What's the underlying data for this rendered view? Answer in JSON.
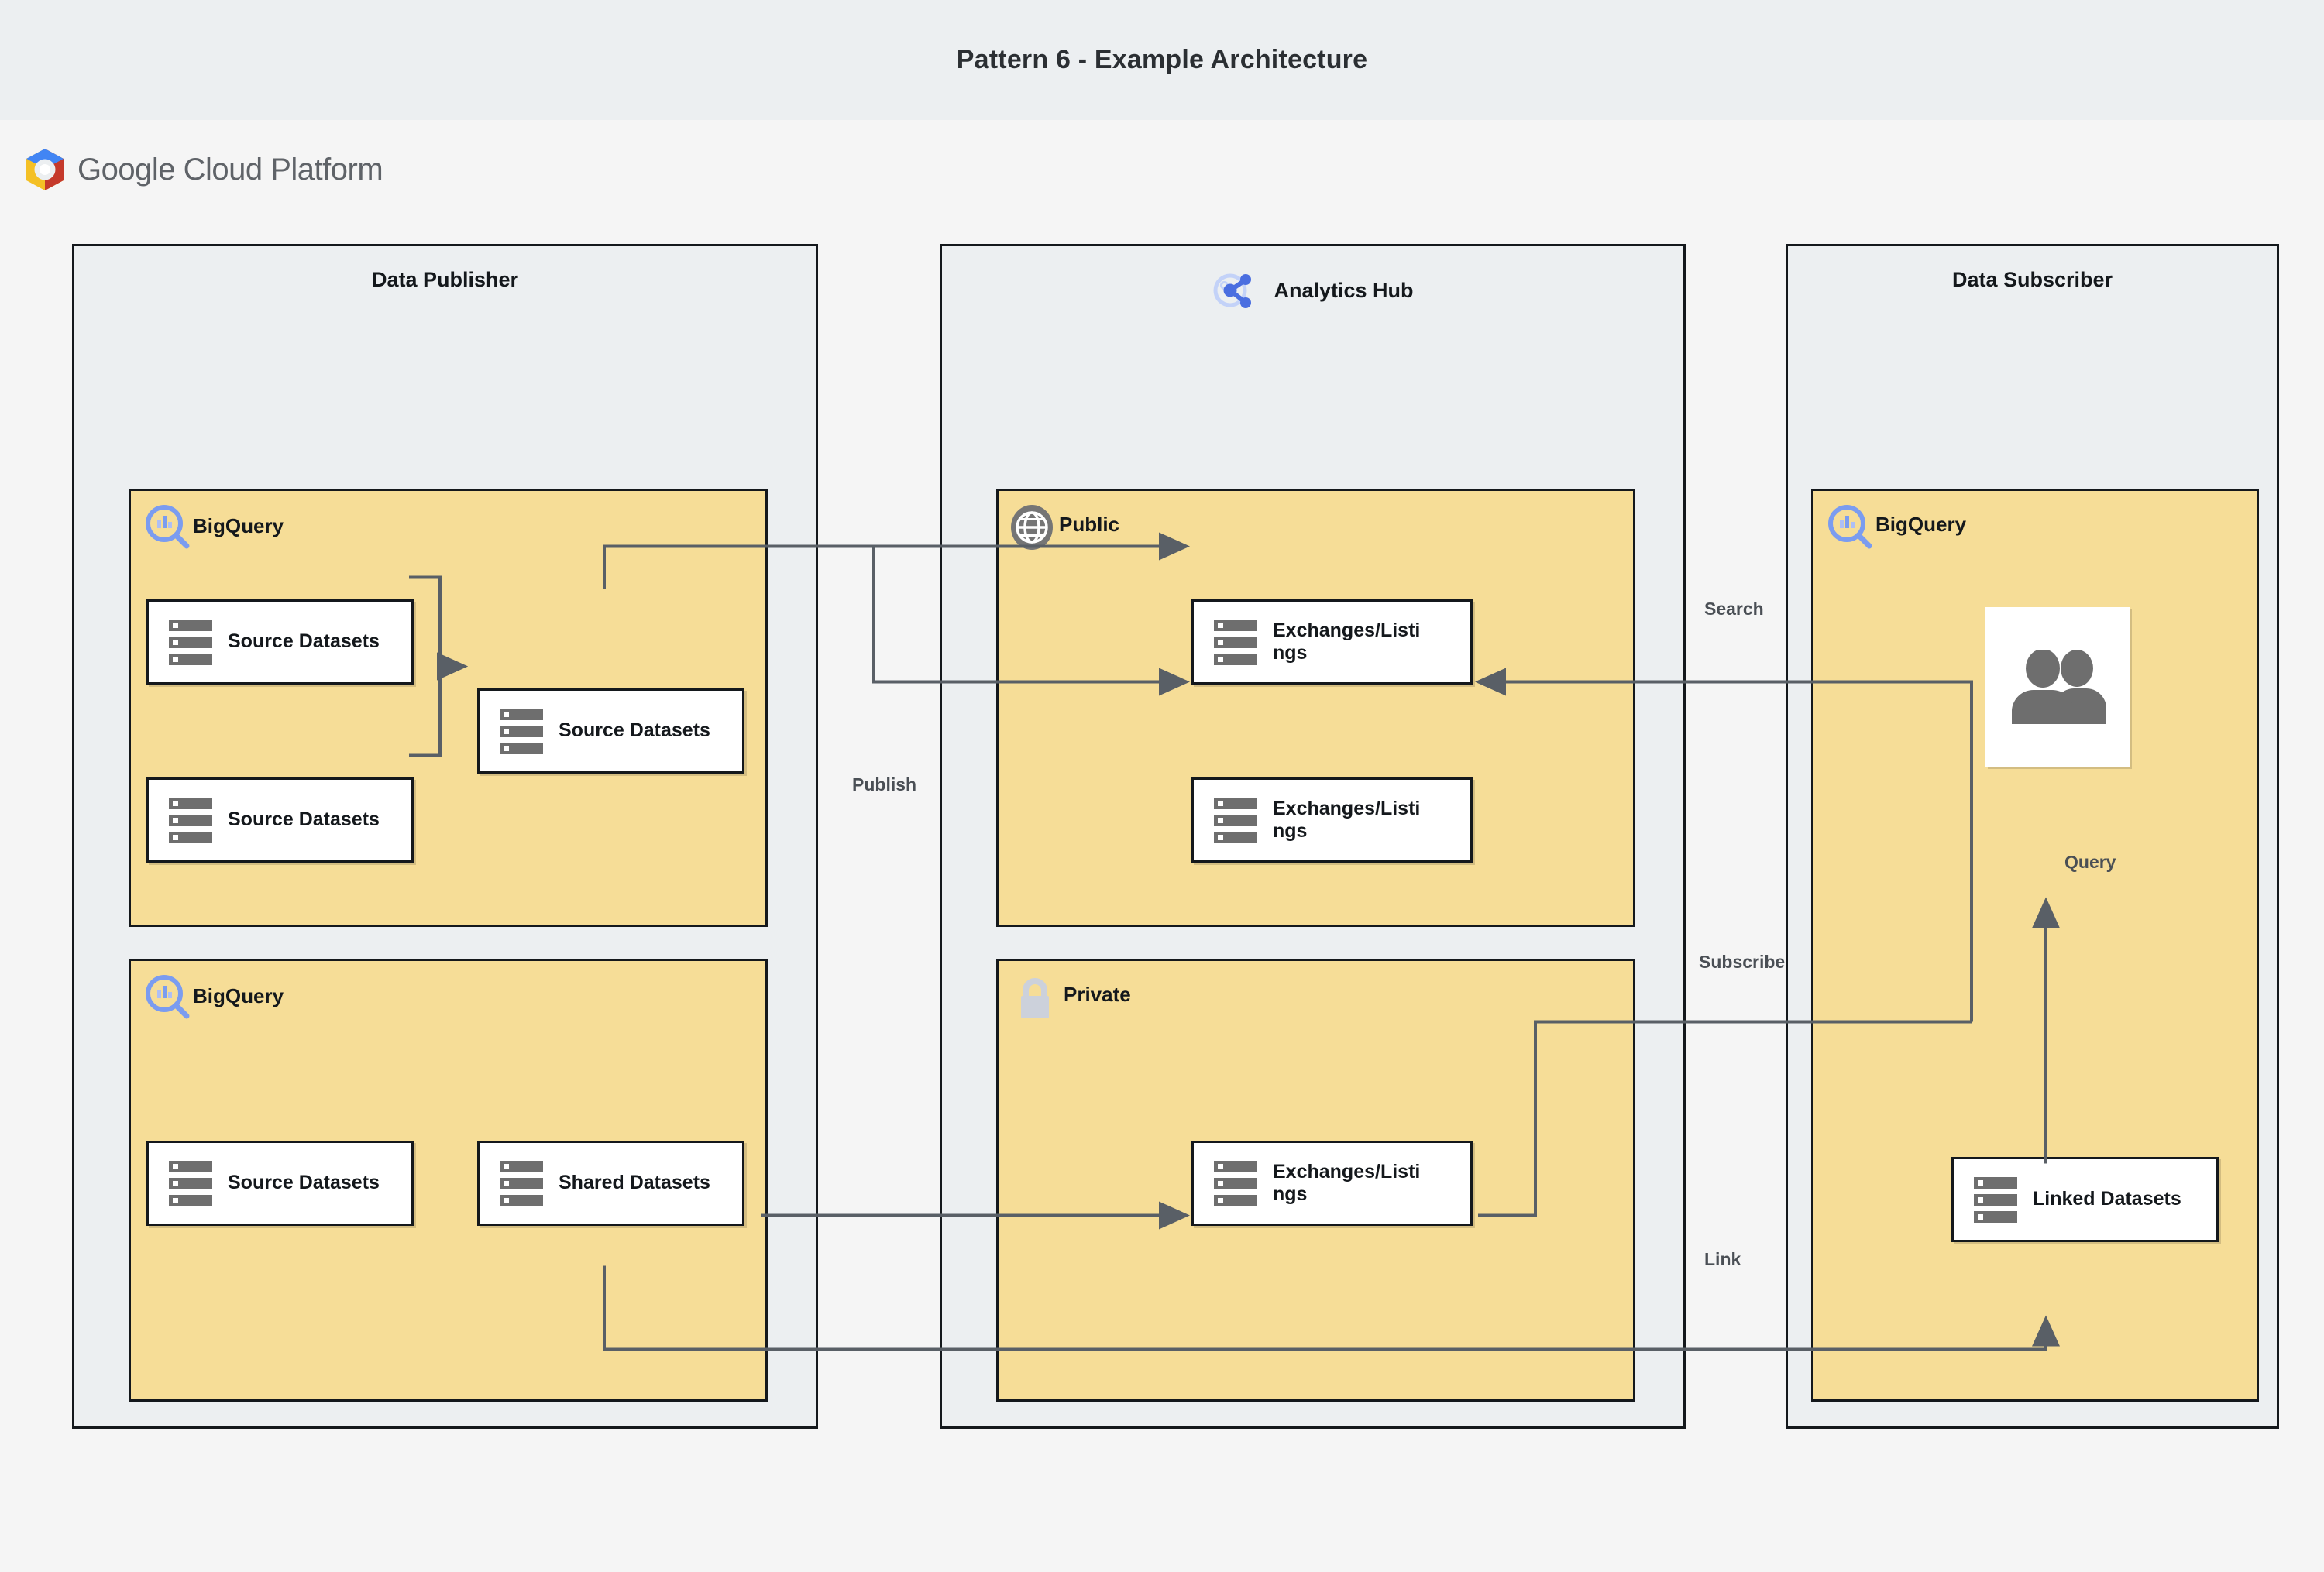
{
  "page": {
    "title": "Pattern 6 - Example Architecture",
    "background": "#f5f5f5",
    "band_background": "#eceff1"
  },
  "brand": {
    "logo_name": "google-cloud-platform-logo",
    "word_bold": "Google",
    "word_rest": "Cloud Platform",
    "colors": {
      "blue": "#4285f4",
      "red": "#c5392b",
      "yellow": "#f4c025",
      "grey_text": "#5f6368"
    }
  },
  "theme": {
    "panel_fill": "#f6dd97",
    "group_fill": "#eceff1",
    "node_fill": "#ffffff",
    "stroke": "#14181c",
    "wire": "#595f66",
    "icon_grey": "#6e6e6e",
    "bq_blue": "#7b9cf0",
    "lock_grey": "#ccd1db"
  },
  "groups": [
    {
      "id": "data-publisher",
      "title": "Data Publisher",
      "icon": null
    },
    {
      "id": "analytics-hub",
      "title": "Analytics Hub",
      "icon": "analytics-hub-icon"
    },
    {
      "id": "data-subscriber",
      "title": "Data Subscriber",
      "icon": null
    }
  ],
  "panels": [
    {
      "id": "publisher-bigquery-top",
      "label": "BigQuery",
      "icon": "bigquery-icon"
    },
    {
      "id": "publisher-bigquery-bottom",
      "label": "BigQuery",
      "icon": "bigquery-icon"
    },
    {
      "id": "hub-public",
      "label": "Public",
      "icon": "globe-icon"
    },
    {
      "id": "hub-private",
      "label": "Private",
      "icon": "lock-icon"
    },
    {
      "id": "subscriber-bigquery",
      "label": "BigQuery",
      "icon": "bigquery-icon"
    }
  ],
  "nodes": [
    {
      "id": "pub-source-1",
      "label": "Source Datasets",
      "icon": "datasets-icon"
    },
    {
      "id": "pub-source-2",
      "label": "Source Datasets",
      "icon": "datasets-icon"
    },
    {
      "id": "pub-source-merged",
      "label": "Source Datasets",
      "icon": "datasets-icon"
    },
    {
      "id": "pub-source-3",
      "label": "Source Datasets",
      "icon": "datasets-icon"
    },
    {
      "id": "pub-shared",
      "label": "Shared Datasets",
      "icon": "datasets-icon"
    },
    {
      "id": "hub-exchange-1",
      "label": "Exchanges/Listings",
      "icon": "datasets-icon"
    },
    {
      "id": "hub-exchange-2",
      "label": "Exchanges/Listings",
      "icon": "datasets-icon"
    },
    {
      "id": "hub-exchange-3",
      "label": "Exchanges/Listings",
      "icon": "datasets-icon"
    },
    {
      "id": "sub-users",
      "label": "",
      "icon": "users-icon"
    },
    {
      "id": "sub-linked",
      "label": "Linked Datasets",
      "icon": "datasets-icon"
    }
  ],
  "connector_labels": [
    {
      "id": "publish",
      "text": "Publish"
    },
    {
      "id": "search",
      "text": "Search"
    },
    {
      "id": "subscribe",
      "text": "Subscribe"
    },
    {
      "id": "query",
      "text": "Query"
    },
    {
      "id": "link",
      "text": "Link"
    }
  ]
}
